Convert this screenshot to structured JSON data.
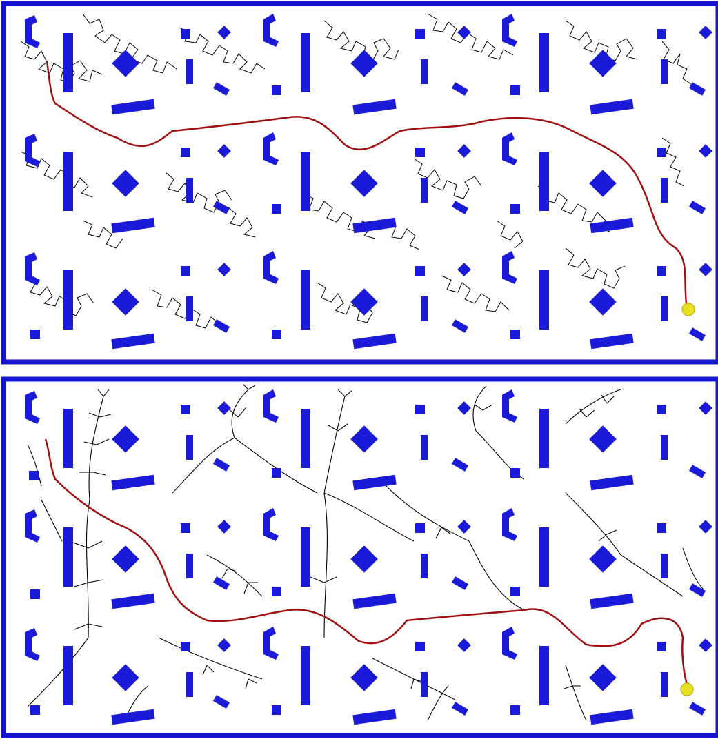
{
  "colors": {
    "frame": "#1414d2",
    "obstacle": "#1a1ad8",
    "tree_edges": "#000000",
    "solution_path": "#a01010",
    "goal_marker": "#e8e020"
  },
  "panels": [
    {
      "id": "top",
      "graph_style": "dense-roadmap",
      "shows_solution_path": true,
      "shows_goal_marker": true
    },
    {
      "id": "bottom",
      "graph_style": "branching-tree",
      "shows_solution_path": true,
      "shows_goal_marker": true
    }
  ]
}
